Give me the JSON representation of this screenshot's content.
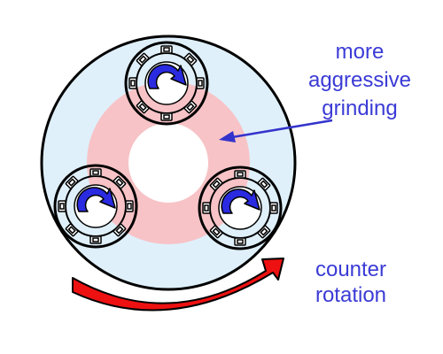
{
  "labels": {
    "grinding_line1": "more",
    "grinding_line2": "aggressive",
    "grinding_line3": "grinding",
    "rotation_line1": "counter",
    "rotation_line2": "rotation"
  },
  "colors": {
    "platen_fill": "#dff0fb",
    "grinding_zone_fill": "#f7c3c6",
    "center_hole_fill": "#ffffff",
    "head_arrow_fill": "#2a2ae0",
    "label_color": "#3b3bd6",
    "pointer_color": "#3333cc",
    "rotation_arrow_fill": "#ee1111",
    "outline": "#000000"
  },
  "icons": {
    "grinding_heads": "planetary-grinding-head-icon",
    "rotation_indicator": "curved-arrow-icon"
  }
}
